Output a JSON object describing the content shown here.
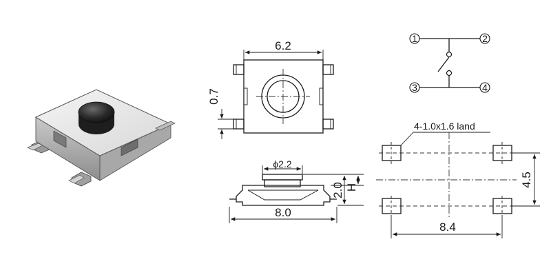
{
  "top_view": {
    "width_label": "6.2",
    "terminal_offset_label": "0.7"
  },
  "side_view": {
    "button_dia_label": "ϕ2.2",
    "body_width_label": "8.0",
    "height_label": "2.0",
    "height_symbol": "H"
  },
  "schematic": {
    "pins": [
      "1",
      "2",
      "3",
      "4"
    ]
  },
  "land_pattern": {
    "note": "4-1.0x1.6 land",
    "pitch_x_label": "8.4",
    "pitch_y_label": "4.5"
  }
}
